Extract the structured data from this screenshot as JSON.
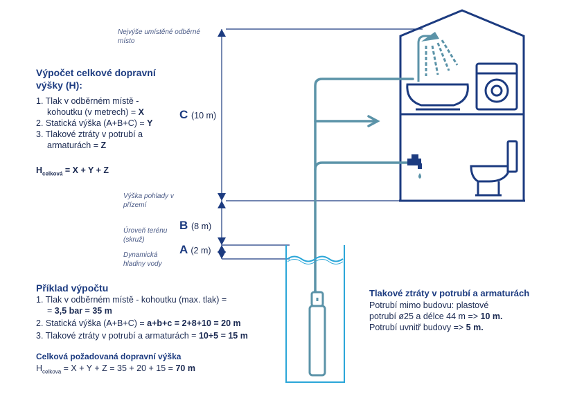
{
  "notes": {
    "top_point": "Nejvýše umístěné odběrné místo",
    "floor_height": "Výška pohlady v přízemí",
    "ground_level": "Úroveň terénu (skruž)",
    "dynamic_level": "Dynamická hladiny vody"
  },
  "dimensions": [
    {
      "letter": "C",
      "value": "(10 m)"
    },
    {
      "letter": "B",
      "value": "(8 m)"
    },
    {
      "letter": "A",
      "value": "(2 m)"
    }
  ],
  "calc": {
    "title": "Výpočet celkové dopravní výšky (H):",
    "item1": "1. Tlak v odběrném místě - kohoutku (v metrech) = ",
    "item1_var": "X",
    "item2": "2. Statická výška (A+B+C) = ",
    "item2_var": "Y",
    "item3": "3. Tlakové ztráty v potrubí a armaturách = ",
    "item3_var": "Z",
    "formula_h": "H",
    "formula_sub": "celková",
    "formula_rest": " = X + Y + Z"
  },
  "example": {
    "title": "Příklad výpočtu",
    "line1": "1. Tlak v odběrném místě - kohoutku (max. tlak) =",
    "line1b_pre": "= ",
    "line1b_bold": "3,5 bar = 35 m",
    "line2_pre": "2. Statická výška (A+B+C) = ",
    "line2_bold": "a+b+c = 2+8+10 = 20 m",
    "line3_pre": "3. Tlakové ztráty v potrubí a armaturách = ",
    "line3_bold": "10+5 = 15 m",
    "total_title": "Celková požadovaná dopravní výška",
    "total_h": "H",
    "total_sub": "celkova",
    "total_pre": " = X + Y + Z = 35 + 20 + 15 = ",
    "total_bold": "70 m"
  },
  "losses": {
    "title": "Tlakové ztráty v potrubí a armaturách",
    "line1": "Potrubí mimo budovu: plastové",
    "line2_pre": "potrubí ø25 a délce 44 m => ",
    "line2_bold": "10 m.",
    "line3_pre": "Potrubí uvnitř budovy => ",
    "line3_bold": "5 m."
  },
  "colors": {
    "navy": "#1c3b80",
    "pipe": "#5b93a8",
    "well": "#2aa6d8",
    "text": "#1b2a52"
  }
}
